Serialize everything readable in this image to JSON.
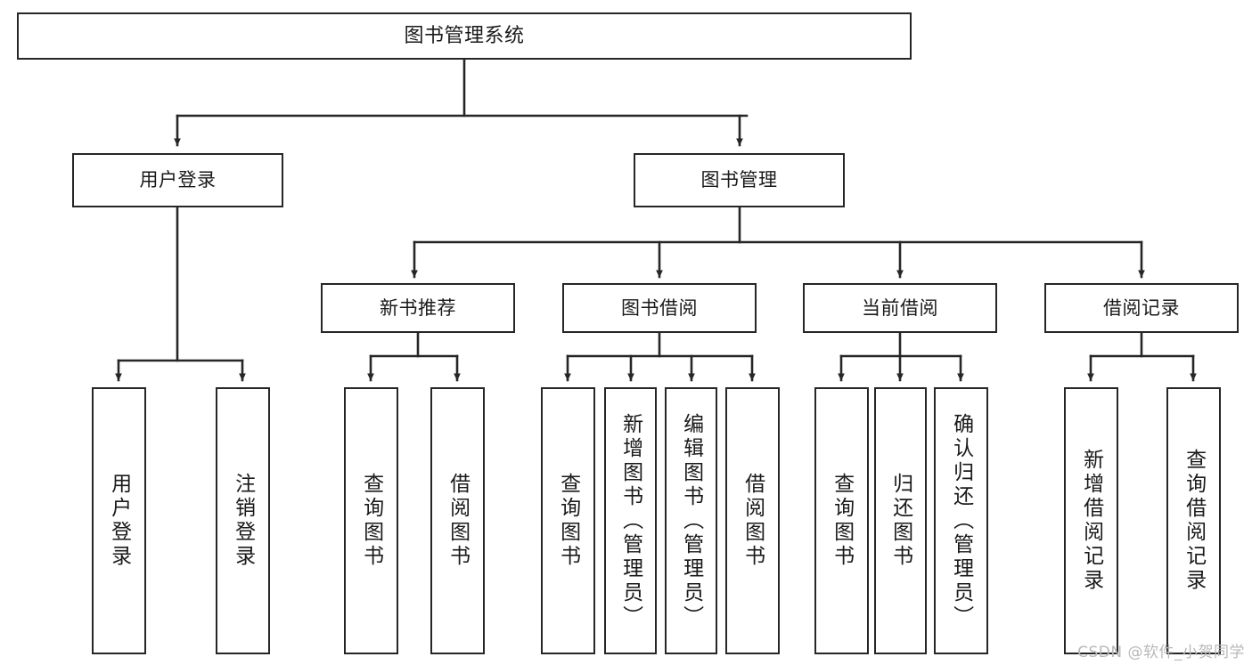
{
  "diagram": {
    "title": "图书管理系统",
    "type": "tree",
    "watermark": "CSDN @软件_小贺同学",
    "colors": {
      "box_border": "#262626",
      "box_fill": "#ffffff",
      "connector": "#262626",
      "text": "#1a1a1a",
      "watermark": "#b8b8b8",
      "background": "#ffffff"
    },
    "levels": {
      "root": {
        "label": "图书管理系统"
      },
      "level2": [
        {
          "id": "user-login",
          "label": "用户登录"
        },
        {
          "id": "book-manage",
          "label": "图书管理"
        }
      ],
      "level3": [
        {
          "id": "new-book-recommend",
          "label": "新书推荐",
          "parent": "book-manage"
        },
        {
          "id": "book-borrow",
          "label": "图书借阅",
          "parent": "book-manage"
        },
        {
          "id": "current-borrow",
          "label": "当前借阅",
          "parent": "book-manage"
        },
        {
          "id": "borrow-record",
          "label": "借阅记录",
          "parent": "book-manage"
        }
      ],
      "leaves": [
        {
          "id": "leaf-user-login",
          "label": "用户登录",
          "parent": "user-login"
        },
        {
          "id": "leaf-user-logout",
          "label": "注销登录",
          "parent": "user-login"
        },
        {
          "id": "leaf-query-book-1",
          "label": "查询图书",
          "parent": "new-book-recommend"
        },
        {
          "id": "leaf-borrow-book-1",
          "label": "借阅图书",
          "parent": "new-book-recommend"
        },
        {
          "id": "leaf-query-book-2",
          "label": "查询图书",
          "parent": "book-borrow"
        },
        {
          "id": "leaf-add-book",
          "label": "新增图书（管理员）",
          "parent": "book-borrow"
        },
        {
          "id": "leaf-edit-book",
          "label": "编辑图书（管理员）",
          "parent": "book-borrow"
        },
        {
          "id": "leaf-borrow-book-2",
          "label": "借阅图书",
          "parent": "book-borrow"
        },
        {
          "id": "leaf-query-book-3",
          "label": "查询图书",
          "parent": "current-borrow"
        },
        {
          "id": "leaf-return-book",
          "label": "归还图书",
          "parent": "current-borrow"
        },
        {
          "id": "leaf-confirm-return",
          "label": "确认归还（管理员）",
          "parent": "current-borrow"
        },
        {
          "id": "leaf-add-record",
          "label": "新增借阅记录",
          "parent": "borrow-record"
        },
        {
          "id": "leaf-query-record",
          "label": "查询借阅记录",
          "parent": "borrow-record"
        }
      ]
    }
  }
}
